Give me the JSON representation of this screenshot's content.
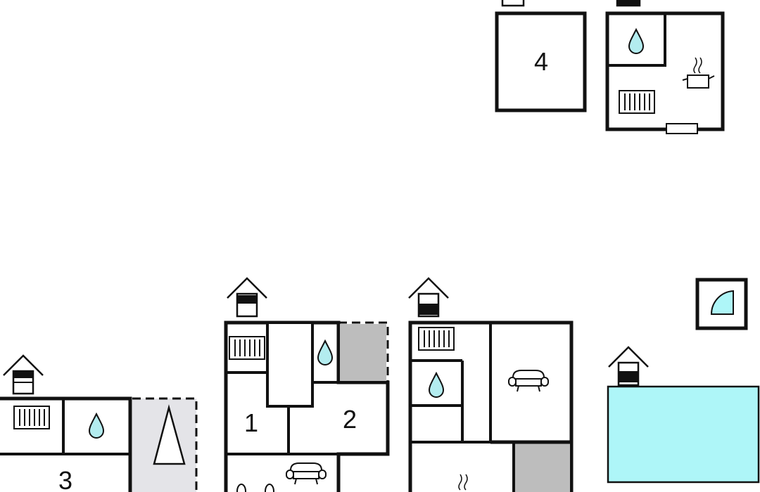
{
  "rooms": {
    "room_1": "1",
    "room_2": "2",
    "room_3": "3",
    "room_4": "4"
  },
  "icons": [
    "house-level-icon",
    "radiator-icon",
    "water-drop-icon",
    "cooking-pot-icon",
    "armchair-icon",
    "tent-icon",
    "slippers-icon",
    "door-icon",
    "shower-icon"
  ],
  "colors": {
    "wall": "#111111",
    "water": "#aef6f8",
    "drop": "#b3ecef",
    "terrace": "#bdbdbd",
    "outdoor_area": "#e4e4e8",
    "background": "#ffffff"
  }
}
